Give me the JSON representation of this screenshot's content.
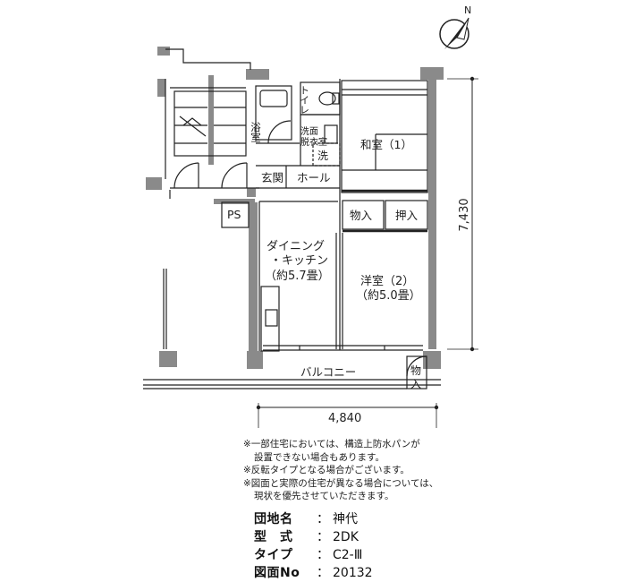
{
  "plan": {
    "compass": "N",
    "rooms": {
      "bath": "浴室",
      "toilet": "トイレ",
      "washroom_1": "洗面",
      "washroom_2": "脱衣室",
      "washer": "洗",
      "washitsu": "和室（1）",
      "entrance": "玄関",
      "hall": "ホール",
      "ps": "PS",
      "closet_1": "物入",
      "oshiire": "押入",
      "dining_1": "ダイニング",
      "dining_2": "・キッチン",
      "dining_3": "（約5.7畳）",
      "yoshitsu_1": "洋室（2）",
      "yoshitsu_2": "（約5.0畳）",
      "balcony": "バルコニー",
      "closet_2a": "物",
      "closet_2b": "入"
    },
    "dimensions": {
      "width": "4,840",
      "depth": "7,430"
    }
  },
  "notes": [
    "※一部住宅においては、構造上防水パンが",
    "設置できない場合もあります。",
    "※反転タイプとなる場合がございます。",
    "※図面と実際の住宅が異なる場合については、",
    "現状を優先させていただきます。"
  ],
  "specs": [
    {
      "key": "団地名",
      "sep": "：",
      "value": "神代"
    },
    {
      "key": "型　式",
      "sep": "：",
      "value": "2DK"
    },
    {
      "key": "タイプ",
      "sep": "：",
      "value": "C2-Ⅲ"
    },
    {
      "key": "図面No",
      "sep": "：",
      "value": "20132"
    }
  ],
  "colors": {
    "wall": "#8a8a8a",
    "line": "#222222"
  }
}
